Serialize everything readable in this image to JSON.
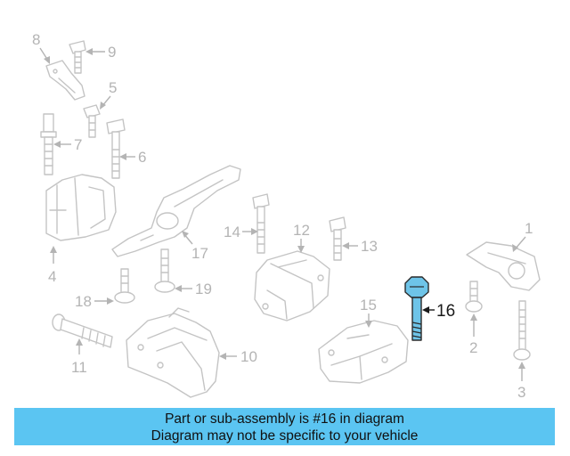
{
  "banner": {
    "line1": "Part or sub-assembly is #16 in diagram",
    "line2": "Diagram may not be specific to your vehicle",
    "background": "#5bc5f2"
  },
  "highlight": {
    "number": "16",
    "color": "#6ec4e8"
  },
  "callouts": [
    "1",
    "2",
    "3",
    "4",
    "5",
    "6",
    "7",
    "8",
    "9",
    "10",
    "11",
    "12",
    "13",
    "14",
    "15",
    "17",
    "18",
    "19"
  ],
  "colors": {
    "part_outline": "#c4c4c4",
    "callout_text": "#b4b4b4"
  }
}
